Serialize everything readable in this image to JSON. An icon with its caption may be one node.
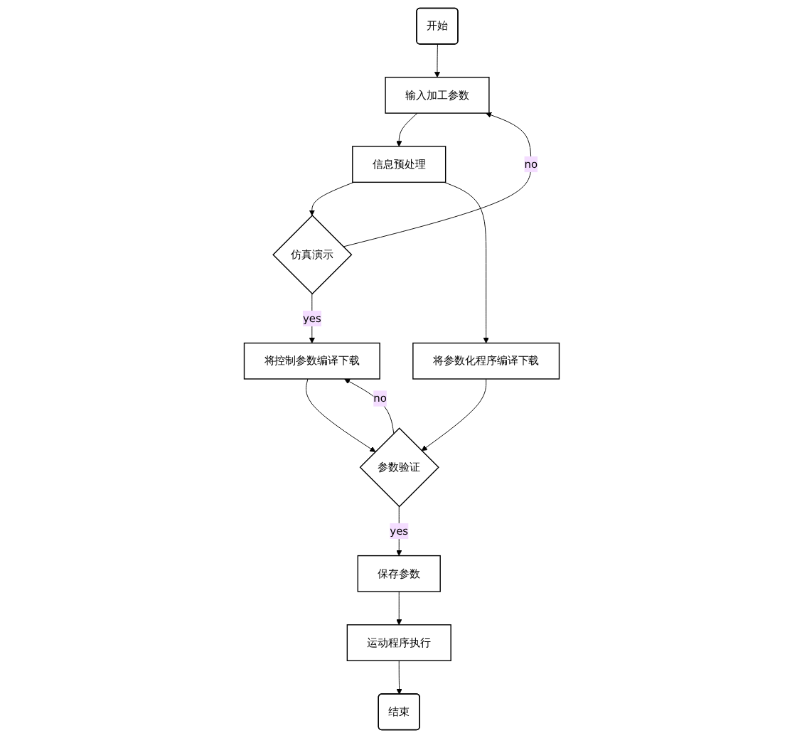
{
  "diagram": {
    "nodes": [
      {
        "text": [
          "开始"
        ]
      },
      {
        "text": [
          "输入加工参数"
        ]
      },
      {
        "text": [
          "信息预处理"
        ]
      },
      {
        "text": [
          "仿真演示"
        ]
      },
      {
        "text": [
          "将控制参数编译下载"
        ]
      },
      {
        "text": [
          "将参数化程序编译下载"
        ]
      },
      {
        "text": [
          "参数验证"
        ]
      },
      {
        "text": [
          "保存参数"
        ]
      },
      {
        "text": [
          "运动程序执行"
        ]
      },
      {
        "text": [
          "结束"
        ]
      }
    ],
    "edges": [
      {
        "from": 0,
        "to": 1,
        "arrow": "to"
      },
      {
        "from": 1,
        "to": 2,
        "arrow": "to"
      },
      {
        "from": 2,
        "to": 3,
        "arrow": "to"
      },
      {
        "from": 3,
        "to": 1,
        "arrow": "to",
        "label": "no"
      },
      {
        "from": 3,
        "to": 4,
        "arrow": "to",
        "label": "yes"
      },
      {
        "from": 2,
        "to": 5,
        "arrow": "to"
      },
      {
        "from": 4,
        "to": 6,
        "arrow": "to"
      },
      {
        "from": 5,
        "to": 6,
        "arrow": "to"
      },
      {
        "from": 6,
        "to": 4,
        "arrow": "to",
        "label": "no"
      },
      {
        "from": 6,
        "to": 7,
        "arrow": "to",
        "label": "yes"
      },
      {
        "from": 7,
        "to": 8,
        "arrow": "to"
      },
      {
        "from": 8,
        "to": 9,
        "arrow": "to"
      }
    ]
  }
}
